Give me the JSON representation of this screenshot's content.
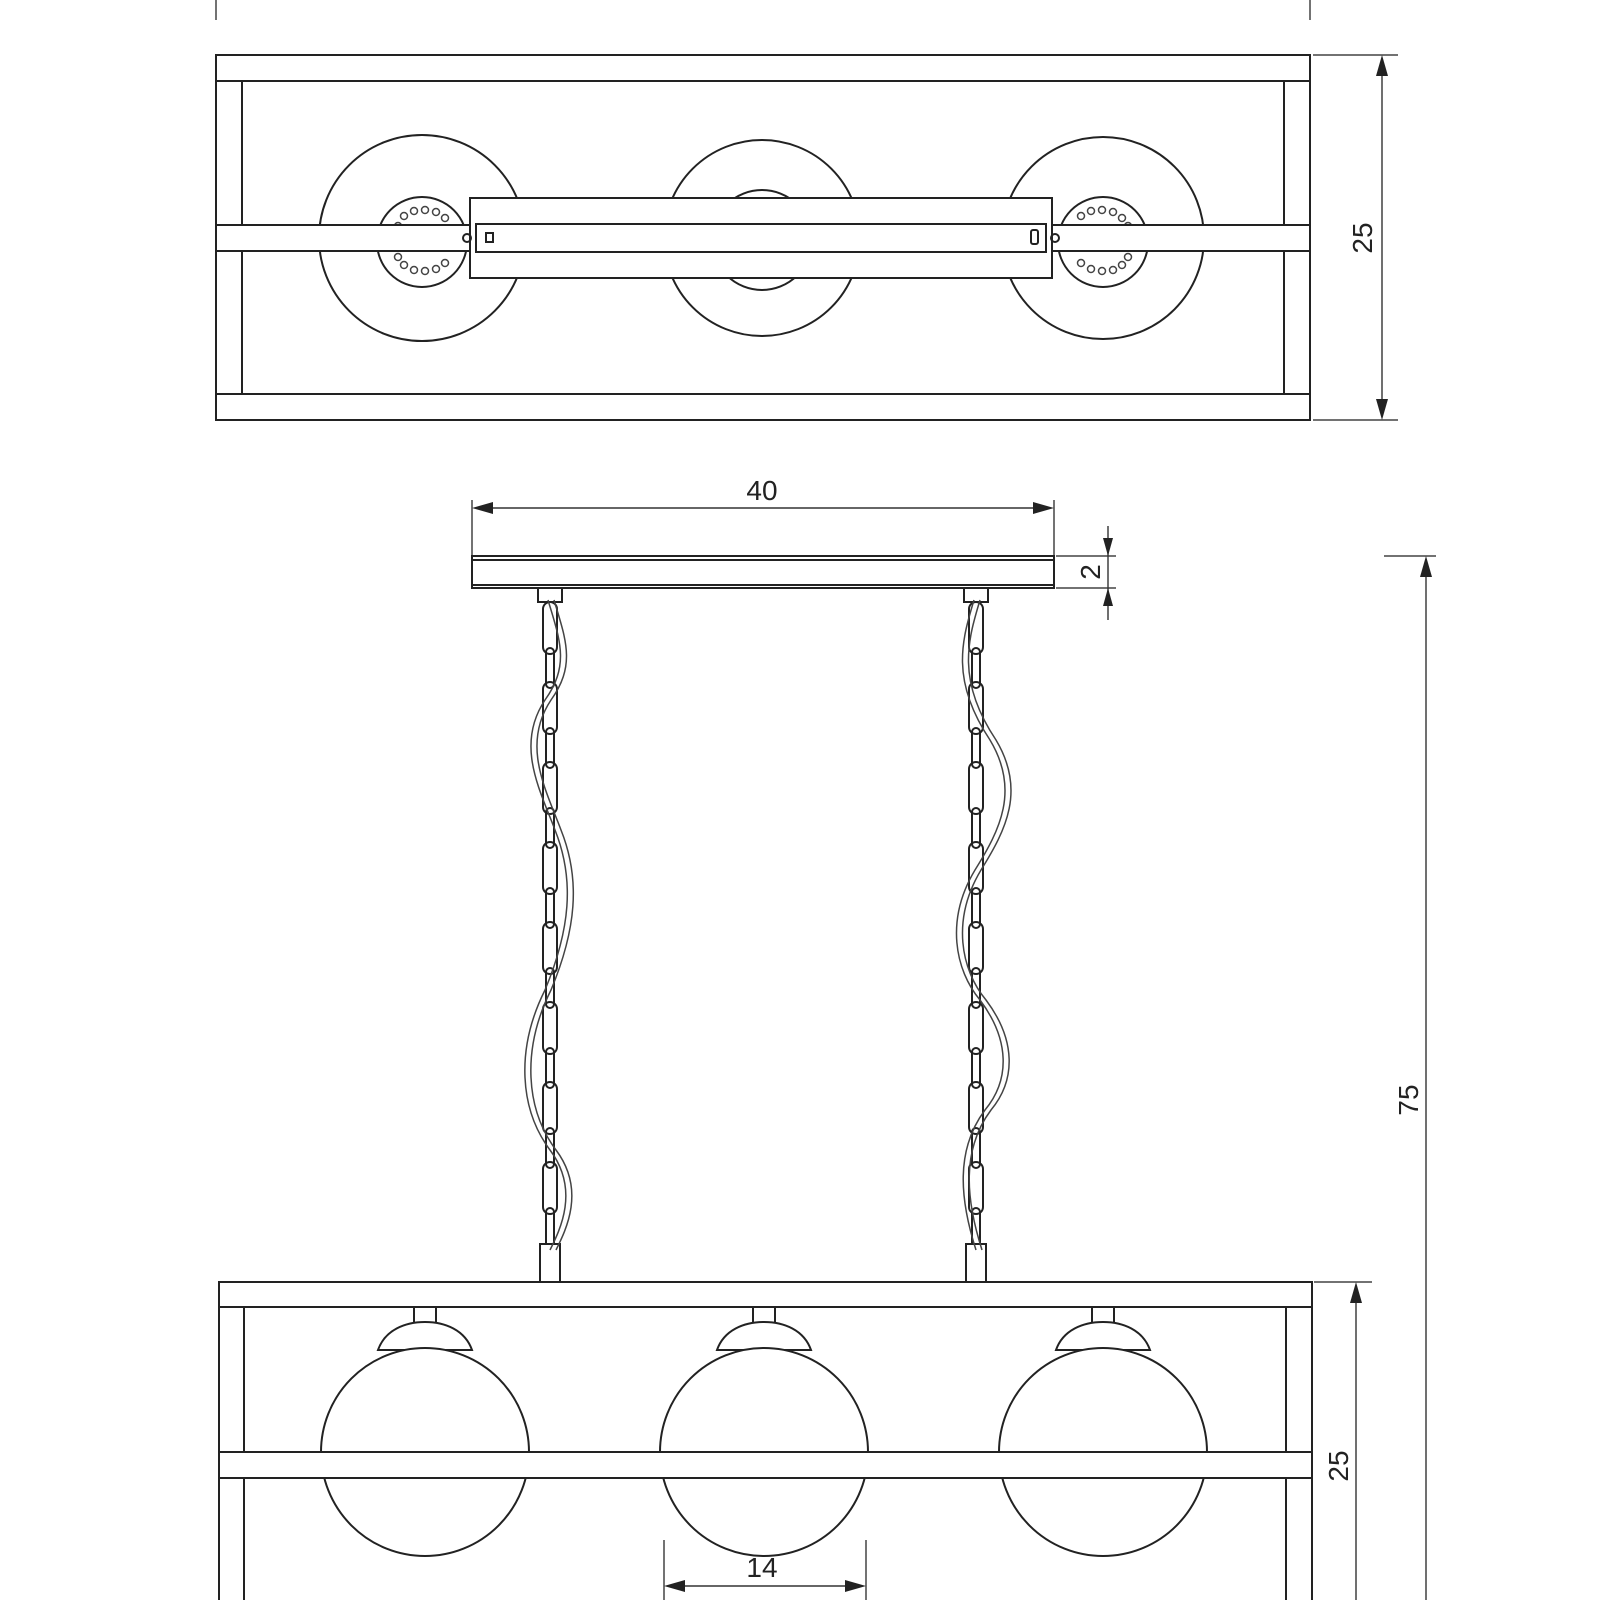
{
  "dimensions": {
    "top_view_depth": "25",
    "canopy_length": "40",
    "canopy_height": "2",
    "total_height": "75",
    "frame_height": "25",
    "globe_diameter": "14"
  },
  "icons": [
    "dimension-arrow"
  ]
}
